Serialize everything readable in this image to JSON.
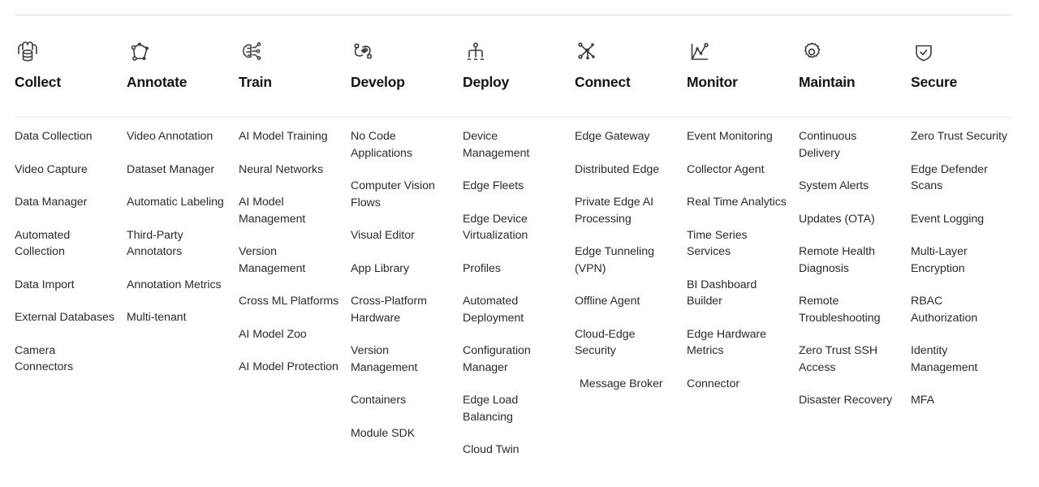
{
  "colors": {
    "divider": "#dcdcdc",
    "text": "#1f1f1f",
    "icon": "#3c3c3c"
  },
  "columns": [
    {
      "icon": "database-collect-icon",
      "title": "Collect",
      "items": [
        "Data Collection",
        "Video Capture",
        "Data Manager",
        "Automated Collection",
        "Data Import",
        "External Databases",
        "Camera Connectors"
      ]
    },
    {
      "icon": "polygon-annotate-icon",
      "title": "Annotate",
      "items": [
        "Video Annotation",
        "Dataset Manager",
        "Automatic Labeling",
        "Third-Party Annotators",
        "Annotation Metrics",
        "Multi-tenant"
      ]
    },
    {
      "icon": "brain-circuit-train-icon",
      "title": "Train",
      "items": [
        "AI Model Training",
        "Neural Networks",
        "AI Model Management",
        "Version Management",
        "Cross ML Platforms",
        "AI Model Zoo",
        "AI Model Protection"
      ]
    },
    {
      "icon": "code-flow-develop-icon",
      "title": "Develop",
      "items": [
        "No Code Applications",
        "Computer Vision Flows",
        "Visual Editor",
        "App Library",
        "Cross-Platform Hardware",
        "Version Management",
        "Containers",
        "Module SDK"
      ]
    },
    {
      "icon": "hierarchy-deploy-icon",
      "title": "Deploy",
      "items": [
        "Device Management",
        "Edge Fleets",
        "Edge Device Virtualization",
        "Profiles",
        "Automated Deployment",
        "Configuration Manager",
        "Edge Load Balancing",
        "Cloud Twin"
      ]
    },
    {
      "icon": "network-connect-icon",
      "title": "Connect",
      "items": [
        "Edge Gateway",
        "Distributed Edge",
        "Private Edge AI Processing",
        "Edge Tunneling (VPN)",
        "Offline Agent",
        "Cloud-Edge Security",
        "Message Broker"
      ]
    },
    {
      "icon": "line-chart-monitor-icon",
      "title": "Monitor",
      "items": [
        "Event Monitoring",
        "Collector Agent",
        "Real Time Analytics",
        "Time Series Services",
        "BI Dashboard Builder",
        "Edge Hardware Metrics",
        "Connector"
      ]
    },
    {
      "icon": "gear-maintain-icon",
      "title": "Maintain",
      "items": [
        "Continuous Delivery",
        "System Alerts",
        "Updates (OTA)",
        "Remote Health Diagnosis",
        "Remote Troubleshooting",
        "Zero Trust SSH Access",
        "Disaster Recovery"
      ]
    },
    {
      "icon": "shield-check-secure-icon",
      "title": "Secure",
      "items": [
        "Zero Trust Security",
        "Edge Defender Scans",
        "Event Logging",
        "Multi-Layer Encryption",
        "RBAC Authorization",
        "Identity Management",
        "MFA"
      ]
    }
  ]
}
